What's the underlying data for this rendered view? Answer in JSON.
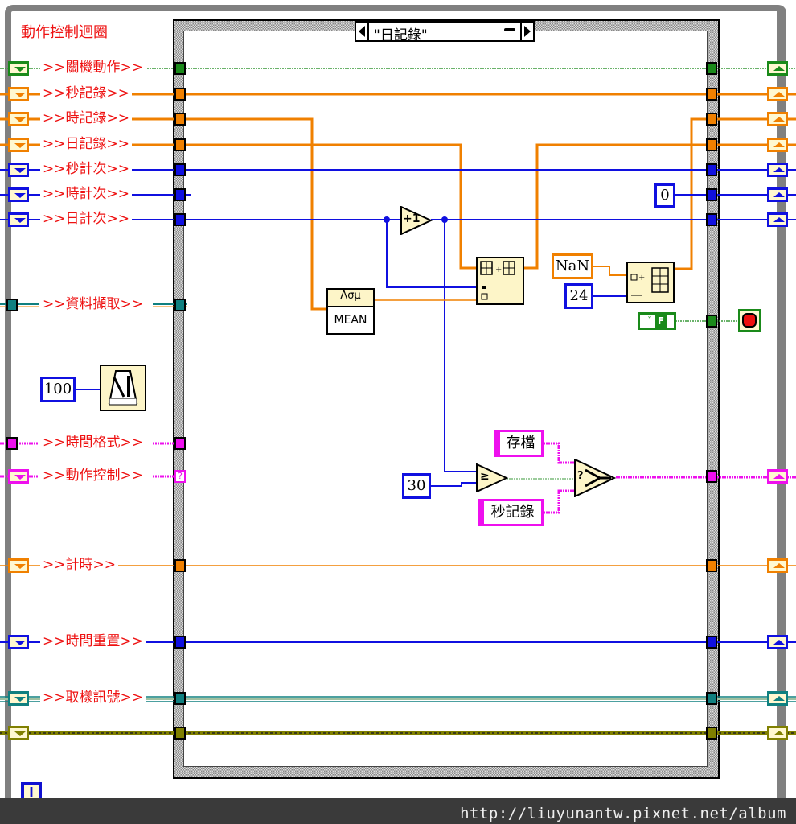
{
  "loop": {
    "title": "動作控制迴圈",
    "type": "while-loop"
  },
  "case_structure": {
    "selector_value": "\"日記錄\""
  },
  "shift_registers": [
    {
      "label": ">>關機動作>>",
      "color": "#1a8a1a",
      "wire": "boolean"
    },
    {
      "label": ">>秒記錄>>",
      "color": "#f08000",
      "wire": "array"
    },
    {
      "label": ">>時記錄>>",
      "color": "#f08000",
      "wire": "array"
    },
    {
      "label": ">>日記錄>>",
      "color": "#f08000",
      "wire": "array"
    },
    {
      "label": ">>秒計次>>",
      "color": "#1010e0",
      "wire": "integer"
    },
    {
      "label": ">>時計次>>",
      "color": "#1010e0",
      "wire": "integer"
    },
    {
      "label": ">>日計次>>",
      "color": "#1010e0",
      "wire": "integer"
    },
    {
      "label": ">>資料擷取>>",
      "color": "#108080",
      "wire": "cluster"
    },
    {
      "label": ">>時間格式>>",
      "color": "#ee10ee",
      "wire": "string"
    },
    {
      "label": ">>動作控制>>",
      "color": "#ee10ee",
      "wire": "enum"
    },
    {
      "label": ">>計時>>",
      "color": "#f08000",
      "wire": "double"
    },
    {
      "label": ">>時間重置>>",
      "color": "#1010e0",
      "wire": "integer"
    },
    {
      "label": ">>取樣訊號>>",
      "color": "#108080",
      "wire": "cluster"
    },
    {
      "label": "",
      "color": "#808000",
      "wire": "error"
    }
  ],
  "constants": {
    "wait_ms": "100",
    "reset_count": "0",
    "nan": "NaN",
    "array_size": "24",
    "threshold": "30",
    "save_string": "存檔",
    "sec_record_string": "秒記錄",
    "bool_false": "F"
  },
  "nodes": {
    "increment": "+1",
    "mean_label": "MEAN",
    "mean_icon": "Λσμ",
    "compare": "≥",
    "select": "?",
    "unknown_tunnel": "?"
  },
  "info_icon": "i",
  "footer": {
    "url": "http://liuyunantw.pixnet.net/album"
  }
}
